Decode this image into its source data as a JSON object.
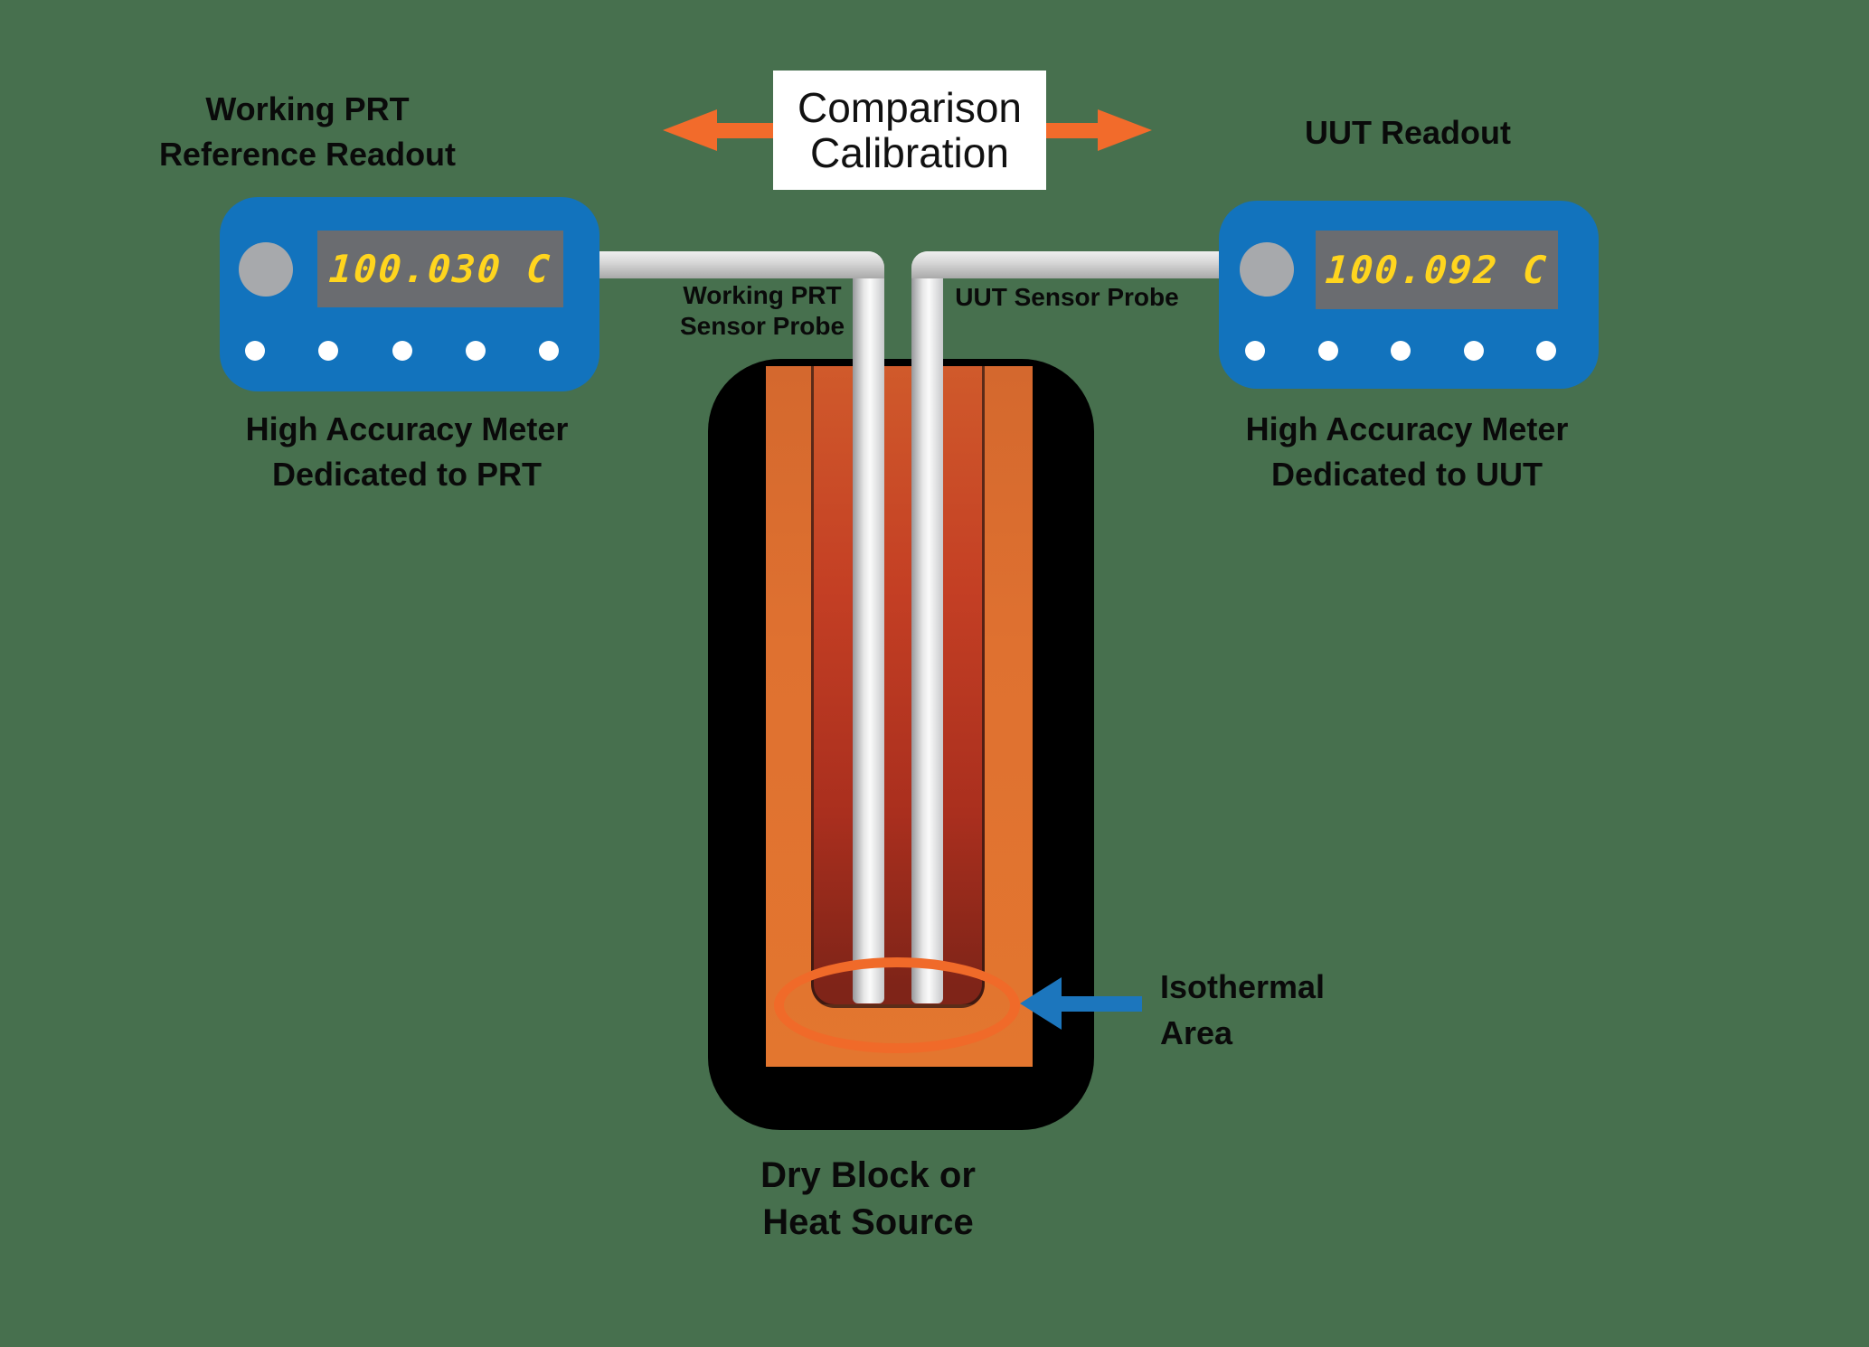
{
  "colors": {
    "background": "#47704E",
    "meter_blue": "#1273BD",
    "display_gray": "#6A6C70",
    "digit_yellow": "#FFD51E",
    "knob_silver": "#A7A9AC",
    "accent_orange": "#F26B2B",
    "isothermal_ring_orange": "#F06A29",
    "arrow_blue": "#1C76BD",
    "block_black": "#000000",
    "sleeve_orange": "#DD7030",
    "well_red": "#C23B23",
    "cable_gray": "#D8D8D8"
  },
  "labels": {
    "working_prt_title": {
      "line1": "Working PRT",
      "line2": "Reference Readout"
    },
    "uut_title": "UUT Readout",
    "comparison": {
      "line1": "Comparison",
      "line2": "Calibration"
    },
    "left_caption": {
      "line1": "High Accuracy Meter",
      "line2": "Dedicated to PRT"
    },
    "right_caption": {
      "line1": "High Accuracy Meter",
      "line2": "Dedicated to UUT"
    },
    "left_probe": {
      "line1": "Working PRT",
      "line2": "Sensor Probe"
    },
    "right_probe": "UUT Sensor Probe",
    "isothermal": {
      "line1": "Isothermal",
      "line2": "Area"
    },
    "dry_block": {
      "line1": "Dry Block or",
      "line2": "Heat Source"
    }
  },
  "meters": {
    "left": {
      "reading": "100.030 C"
    },
    "right": {
      "reading": "100.092 C"
    }
  },
  "icons": {
    "comparison_arrow_left": "orange-arrow-left",
    "comparison_arrow_right": "orange-arrow-right",
    "isothermal_arrow": "blue-arrow-left",
    "isothermal_ring": "orange-ellipse-outline",
    "meter_knob": "silver-circle",
    "indicator_dot": "white-circle"
  }
}
